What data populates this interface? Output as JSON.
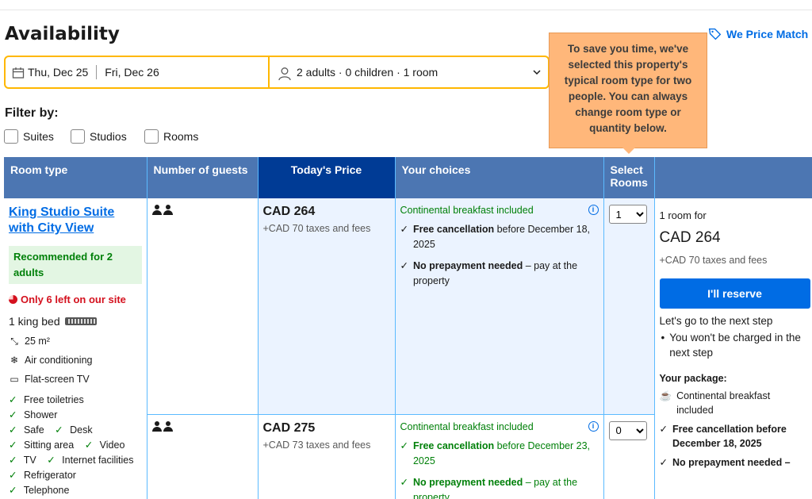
{
  "page": {
    "title": "Availability",
    "price_match": "We Price Match"
  },
  "search": {
    "checkin": "Thu, Dec 25",
    "checkout": "Fri, Dec 26",
    "guests": "2 adults · 0 children · 1 room"
  },
  "tooltip": "To save you time, we've selected this property's typical room type for two people. You can always change room type or quantity below.",
  "filters": {
    "label": "Filter by:",
    "options": [
      "Suites",
      "Studios",
      "Rooms"
    ]
  },
  "table": {
    "headers": [
      "Room type",
      "Number of guests",
      "Today's Price",
      "Your choices",
      "Select Rooms"
    ]
  },
  "room": {
    "name": "King Studio Suite with City View",
    "recommended": "Recommended for 2 adults",
    "scarcity": "Only 6 left on our site",
    "bed": "1 king bed",
    "size": "25 m²",
    "features": [
      "Air conditioning",
      "Flat-screen TV"
    ],
    "amenities": [
      "Free toiletries",
      "Shower",
      "Safe",
      "Desk",
      "Sitting area",
      "Video",
      "TV",
      "Internet facilities",
      "Refrigerator",
      "Telephone"
    ]
  },
  "rate1": {
    "price": "CAD 264",
    "taxes": "+CAD 70 taxes and fees",
    "breakfast": "Continental breakfast included",
    "cancel_bold": "Free cancellation",
    "cancel_rest": " before December 18, 2025",
    "prepay_bold": "No prepayment needed",
    "prepay_rest": " – pay at the property",
    "qty": "1"
  },
  "rate2": {
    "price": "CAD 275",
    "taxes": "+CAD 73 taxes and fees",
    "breakfast": "Continental breakfast included",
    "cancel_bold": "Free cancellation",
    "cancel_rest": " before December 23, 2025",
    "prepay_bold": "No prepayment needed",
    "prepay_rest": " – pay at the property",
    "qty": "0"
  },
  "reserve": {
    "count": "1 room for",
    "price": "CAD 264",
    "taxes": "+CAD 70 taxes and fees",
    "button": "I'll reserve",
    "next_step": "Let's go to the next step",
    "bullet": "You won't be charged in the next step",
    "package_title": "Your package:",
    "package_items": [
      "Continental breakfast included",
      "Free cancellation before December 18, 2025",
      "No prepayment needed –"
    ]
  },
  "colors": {
    "brand_blue": "#006ce4",
    "header_blue": "#4c76b2",
    "header_dark": "#003b95",
    "search_border": "#ffb700",
    "tooltip_bg": "#ffb77a",
    "green": "#008009",
    "red": "#d4111e"
  }
}
